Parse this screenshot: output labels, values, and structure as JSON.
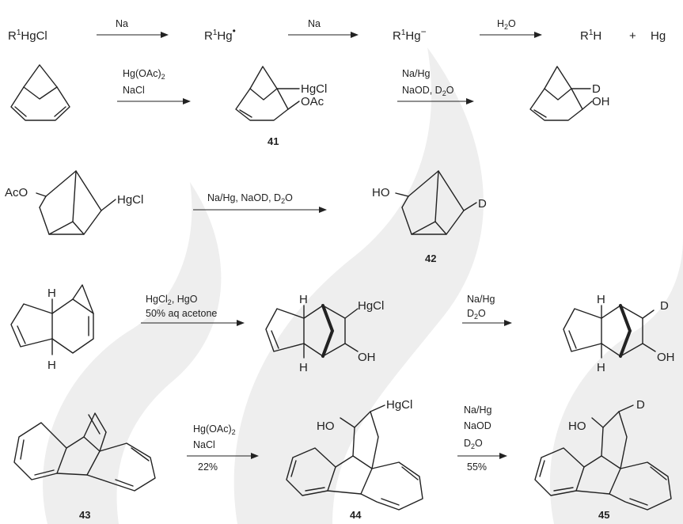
{
  "row1": {
    "start": "R",
    "start_sup": "1",
    "start_tail": "HgCl",
    "step1_reagent": "Na",
    "radical": "R",
    "radical_sup": "1",
    "radical_tail": "Hg",
    "radical_dot": "•",
    "step2_reagent": "Na",
    "anion": "R",
    "anion_sup": "1",
    "anion_tail": "Hg",
    "anion_charge": "−",
    "step3_reagent_a": "H",
    "step3_reagent_sub": "2",
    "step3_reagent_b": "O",
    "product": "R",
    "product_sup": "1",
    "product_tail": "H",
    "plus": "+",
    "hg": "Hg"
  },
  "row2": {
    "reagent1_line1": "Hg(OAc)",
    "reagent1_line1_sub": "2",
    "reagent1_line2": "NaCl",
    "intermediate_sub1": "HgCl",
    "intermediate_sub2": "OAc",
    "compound_label": "41",
    "reagent2_line1": "Na/Hg",
    "reagent2_line2": "NaOD, D",
    "reagent2_line2_sub": "2",
    "reagent2_line2_tail": "O",
    "product_sub1": "D",
    "product_sub2": "OH"
  },
  "row3": {
    "start_sub1": "AcO",
    "start_sub2": "HgCl",
    "reagent": "Na/Hg, NaOD, D",
    "reagent_sub": "2",
    "reagent_tail": "O",
    "product_sub1": "HO",
    "product_sub2": "D",
    "compound_label": "42"
  },
  "row4": {
    "h": "H",
    "reagent1_line1": "HgCl",
    "reagent1_line1_sub": "2",
    "reagent1_line1_tail": ", HgO",
    "reagent1_line2": "50% aq acetone",
    "intermediate_sub1": "HgCl",
    "intermediate_sub2": "OH",
    "reagent2_line1": "Na/Hg",
    "reagent2_line2": "D",
    "reagent2_line2_sub": "2",
    "reagent2_line2_tail": "O",
    "product_sub1": "D",
    "product_sub2": "OH"
  },
  "row5": {
    "start_label": "43",
    "reagent1_line1": "Hg(OAc)",
    "reagent1_line1_sub": "2",
    "reagent1_line2": "NaCl",
    "reagent1_line3": "22%",
    "intermediate_sub1": "HO",
    "intermediate_sub2": "HgCl",
    "intermediate_label": "44",
    "reagent2_line1": "Na/Hg",
    "reagent2_line2": "NaOD",
    "reagent2_line3": "D",
    "reagent2_line3_sub": "2",
    "reagent2_line3_tail": "O",
    "reagent2_line4": "55%",
    "product_sub1": "HO",
    "product_sub2": "D",
    "product_label": "45"
  }
}
